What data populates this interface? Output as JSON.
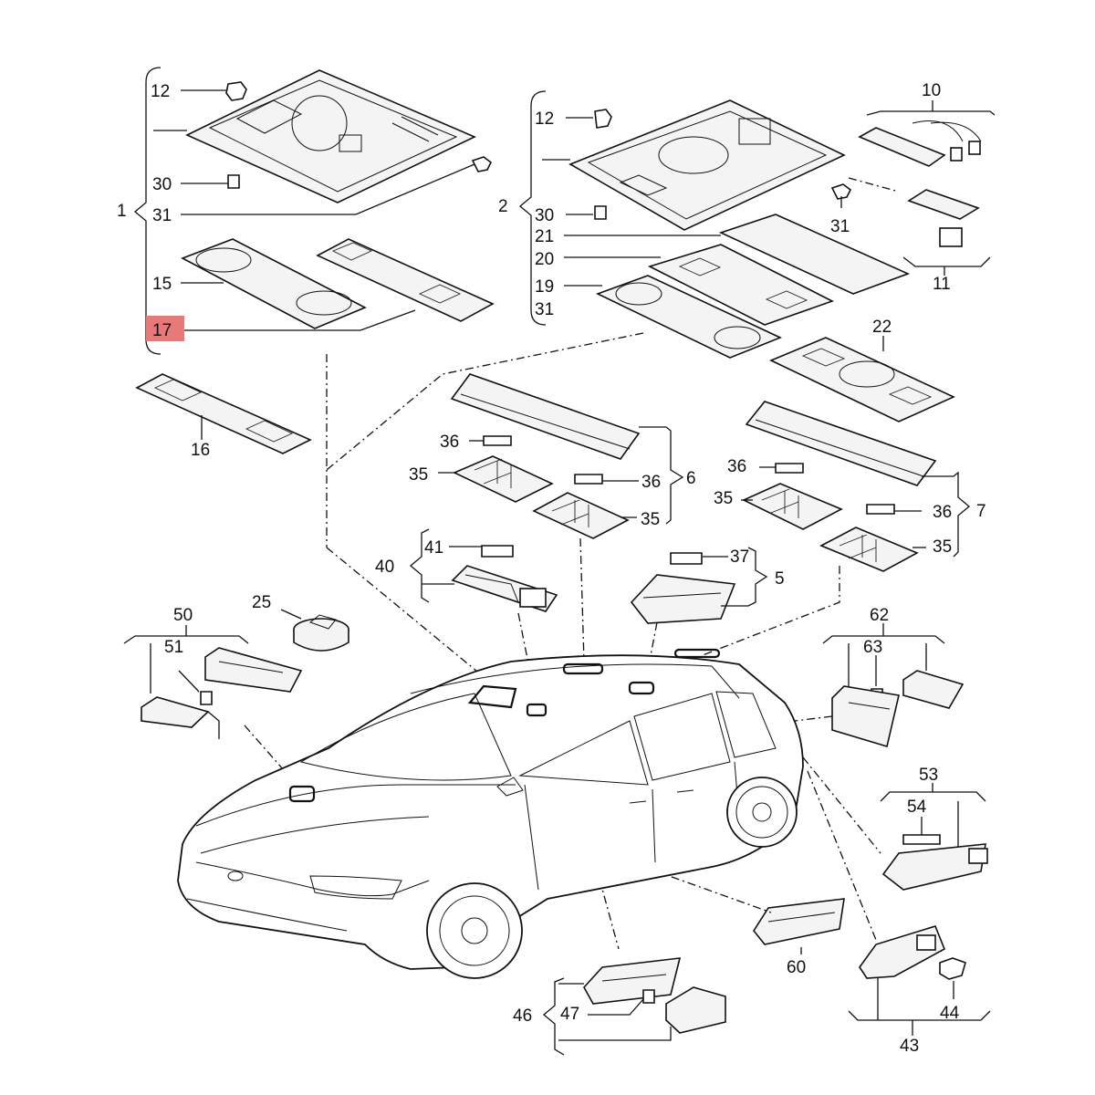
{
  "diagram": {
    "highlight_color": "#e9787b",
    "callouts": [
      {
        "id": "c1",
        "text": "1"
      },
      {
        "id": "c12a",
        "text": "12"
      },
      {
        "id": "c30a",
        "text": "30"
      },
      {
        "id": "c31a",
        "text": "31"
      },
      {
        "id": "c15",
        "text": "15"
      },
      {
        "id": "c17",
        "text": "17",
        "highlighted": true
      },
      {
        "id": "c16",
        "text": "16"
      },
      {
        "id": "c2",
        "text": "2"
      },
      {
        "id": "c12b",
        "text": "12"
      },
      {
        "id": "c30b",
        "text": "30"
      },
      {
        "id": "c21",
        "text": "21"
      },
      {
        "id": "c20",
        "text": "20"
      },
      {
        "id": "c19",
        "text": "19"
      },
      {
        "id": "c31b",
        "text": "31"
      },
      {
        "id": "c31c",
        "text": "31"
      },
      {
        "id": "c10",
        "text": "10"
      },
      {
        "id": "c11",
        "text": "11"
      },
      {
        "id": "c22",
        "text": "22"
      },
      {
        "id": "c36a",
        "text": "36"
      },
      {
        "id": "c35a",
        "text": "35"
      },
      {
        "id": "c36b",
        "text": "36"
      },
      {
        "id": "c6",
        "text": "6"
      },
      {
        "id": "c35b",
        "text": "35"
      },
      {
        "id": "c36c",
        "text": "36"
      },
      {
        "id": "c35c",
        "text": "35"
      },
      {
        "id": "c36d",
        "text": "36"
      },
      {
        "id": "c7",
        "text": "7"
      },
      {
        "id": "c35d",
        "text": "35"
      },
      {
        "id": "c41",
        "text": "41"
      },
      {
        "id": "c40",
        "text": "40"
      },
      {
        "id": "c37",
        "text": "37"
      },
      {
        "id": "c5",
        "text": "5"
      },
      {
        "id": "c25",
        "text": "25"
      },
      {
        "id": "c50",
        "text": "50"
      },
      {
        "id": "c51",
        "text": "51"
      },
      {
        "id": "c62",
        "text": "62"
      },
      {
        "id": "c63",
        "text": "63"
      },
      {
        "id": "c53",
        "text": "53"
      },
      {
        "id": "c54",
        "text": "54"
      },
      {
        "id": "c60",
        "text": "60"
      },
      {
        "id": "c46",
        "text": "46"
      },
      {
        "id": "c47",
        "text": "47"
      },
      {
        "id": "c44",
        "text": "44"
      },
      {
        "id": "c43",
        "text": "43"
      }
    ]
  }
}
